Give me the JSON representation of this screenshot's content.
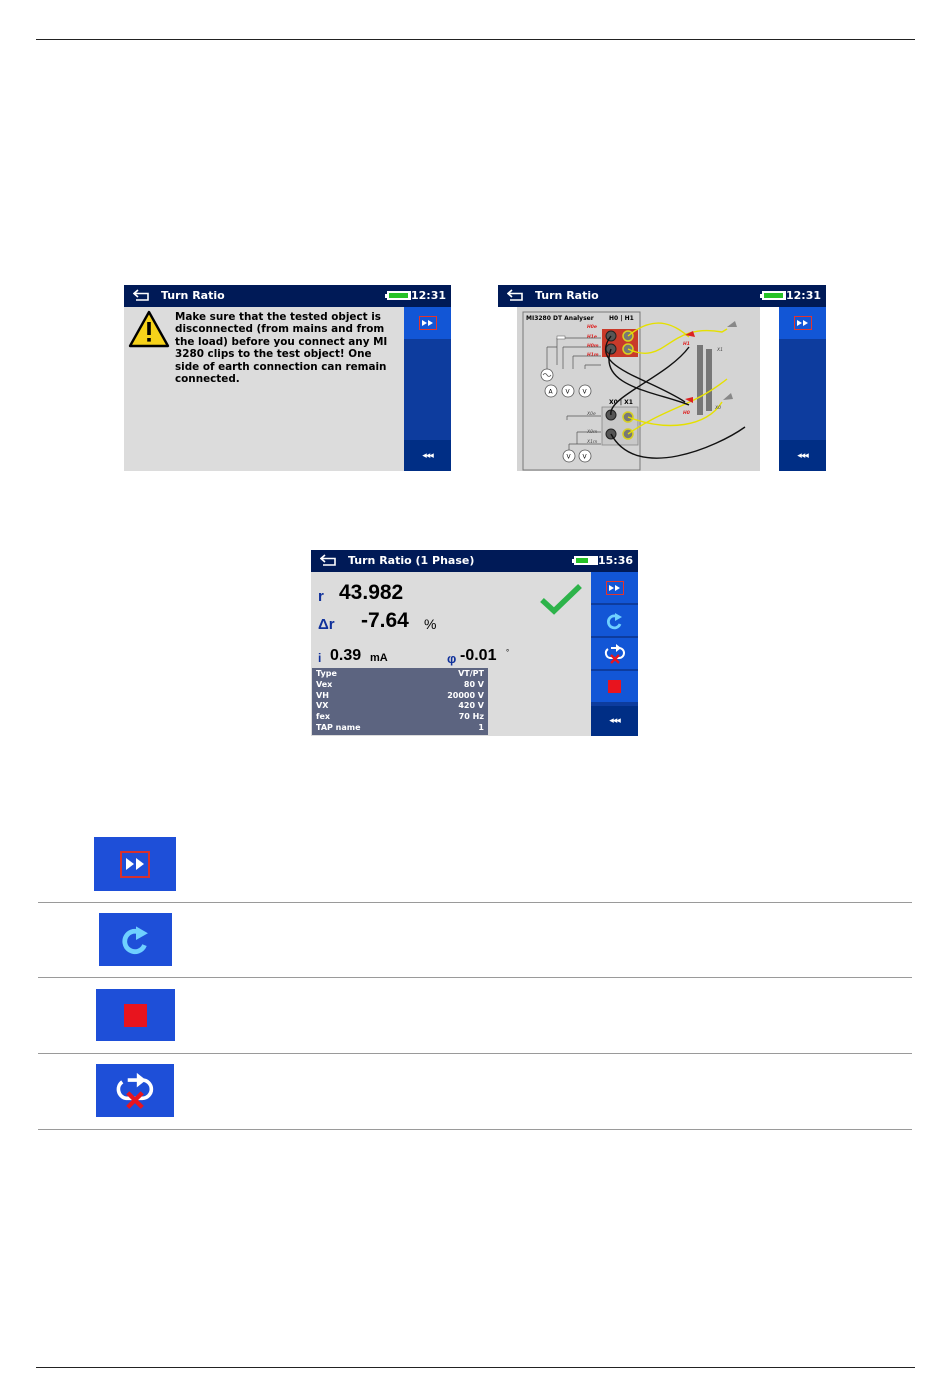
{
  "screen1": {
    "title": "Turn Ratio",
    "time": "12:31",
    "warning": "Make sure that the tested object is disconnected (from mains and from the load) before you connect any MI 3280 clips to the test object! One side of earth connection can remain connected."
  },
  "screen2": {
    "title": "Turn Ratio",
    "time": "12:31",
    "diagram": {
      "analyser_label": "MI3280 DT Analyser",
      "h_group": "H0 | H1",
      "x_group": "X0 | X1",
      "h_terminals": [
        "H0e",
        "H1e",
        "H0m",
        "H1m"
      ],
      "x_terminals": [
        "X0e",
        "X0m",
        "X1m"
      ],
      "clamp_h1": "H1",
      "clamp_h0": "H0",
      "clamp_x1": "X1",
      "clamp_x0": "X0",
      "meter_a": "A",
      "meter_v": "V"
    }
  },
  "screen3": {
    "title": "Turn Ratio (1 Phase)",
    "time": "15:36",
    "r_symbol": "r",
    "r_value": "43.982",
    "dr_symbol": "Δr",
    "dr_value": "-7.64",
    "dr_unit": "%",
    "i_symbol": "i",
    "i_value": "0.39",
    "i_unit": "mA",
    "phi_symbol": "φ",
    "phi_value": "-0.01",
    "phi_unit": "°",
    "params": [
      {
        "name": "Type",
        "value": "VT/PT"
      },
      {
        "name": "Vex",
        "value": "80 V"
      },
      {
        "name": "VH",
        "value": "20000 V"
      },
      {
        "name": "VX",
        "value": "420 V"
      },
      {
        "name": "fex",
        "value": "70 Hz"
      },
      {
        "name": "TAP name",
        "value": "1"
      }
    ]
  },
  "colors": {
    "title_bar": "#001a57",
    "button": "#1256d6",
    "pass_check": "#2db34a",
    "stop_red": "#e8141e"
  },
  "icons": [
    "forward-icon",
    "repeat-icon",
    "stop-icon",
    "repeat-cancel-icon"
  ]
}
